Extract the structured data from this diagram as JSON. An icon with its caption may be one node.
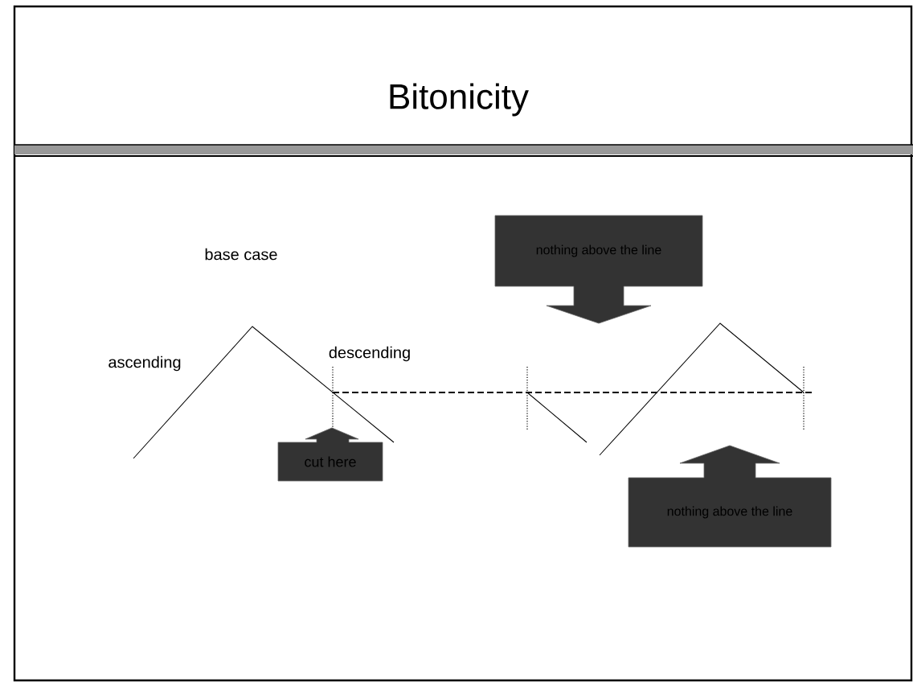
{
  "diagram": {
    "title": "Bitonicity",
    "nodes": [
      {
        "text": [
          "nothing above the line"
        ]
      },
      {
        "text": [
          "cut here"
        ]
      },
      {
        "text": [
          "nothing above the line"
        ]
      }
    ],
    "labels": [
      "base case",
      "ascending",
      "descending"
    ]
  }
}
